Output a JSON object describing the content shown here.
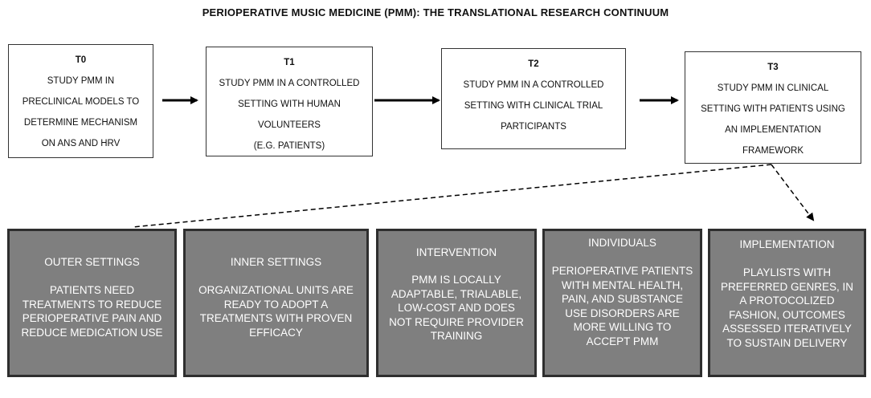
{
  "title": "PERIOPERATIVE MUSIC MEDICINE (PMM): THE TRANSLATIONAL RESEARCH CONTINUUM",
  "stages": [
    {
      "label": "T0",
      "text": "STUDY PMM  IN\nPRECLINICAL MODELS  TO\nDETERMINE MECHANISM\nON ANS AND HRV"
    },
    {
      "label": "T1",
      "text": "STUDY PMM  IN A CONTROLLED\nSETTING WITH HUMAN\nVOLUNTEERS\n(E.G. PATIENTS)"
    },
    {
      "label": "T2",
      "text": "STUDY PMM  IN A CONTROLLED\nSETTING WITH CLINICAL TRIAL\nPARTICIPANTS"
    },
    {
      "label": "T3",
      "text": "STUDY PMM  IN CLINICAL\nSETTING WITH PATIENTS USING\nAN IMPLEMENTATION\nFRAMEWORK"
    }
  ],
  "domains": [
    {
      "label": "OUTER SETTINGS",
      "text": "PATIENTS NEED\nTREATMENTS TO REDUCE\nPERIOPERATIVE PAIN AND\nREDUCE MEDICATION USE"
    },
    {
      "label": "INNER SETTINGS",
      "text": "ORGANIZATIONAL UNITS ARE\nREADY TO ADOPT A\nTREATMENTS WITH PROVEN\nEFFICACY"
    },
    {
      "label": "INTERVENTION",
      "text": "PMM IS LOCALLY\nADAPTABLE, TRIALABLE,\nLOW-COST AND DOES\nNOT REQUIRE PROVIDER\nTRAINING"
    },
    {
      "label": "INDIVIDUALS",
      "text": "PERIOPERATIVE PATIENTS\nWITH MENTAL HEALTH,\nPAIN, AND SUBSTANCE\nUSE DISORDERS ARE\nMORE WILLING TO\nACCEPT PMM"
    },
    {
      "label": "IMPLEMENTATION",
      "text": "PLAYLISTS WITH\nPREFERRED GENRES, IN\nA PROTOCOLIZED\nFASHION, OUTCOMES\nASSESSED ITERATIVELY\nTO SUSTAIN DELIVERY"
    }
  ]
}
